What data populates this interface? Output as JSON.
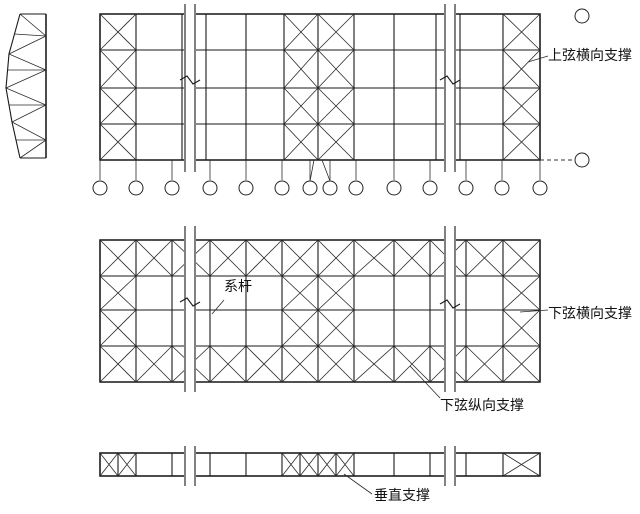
{
  "labels": {
    "top_chord_transverse_bracing": "上弦横向支撑",
    "tie_bar": "系杆",
    "bottom_chord_transverse_bracing": "下弦横向支撑",
    "bottom_chord_longitudinal_bracing": "下弦纵向支撑",
    "vertical_bracing": "垂直支撑"
  },
  "colors": {
    "line": "#1a1a1a",
    "background": "#ffffff"
  },
  "icons": {
    "axis_marker": "circle",
    "break_symbol": "zigzag-break",
    "truss_elevation": "triangulated-truss-profile"
  }
}
